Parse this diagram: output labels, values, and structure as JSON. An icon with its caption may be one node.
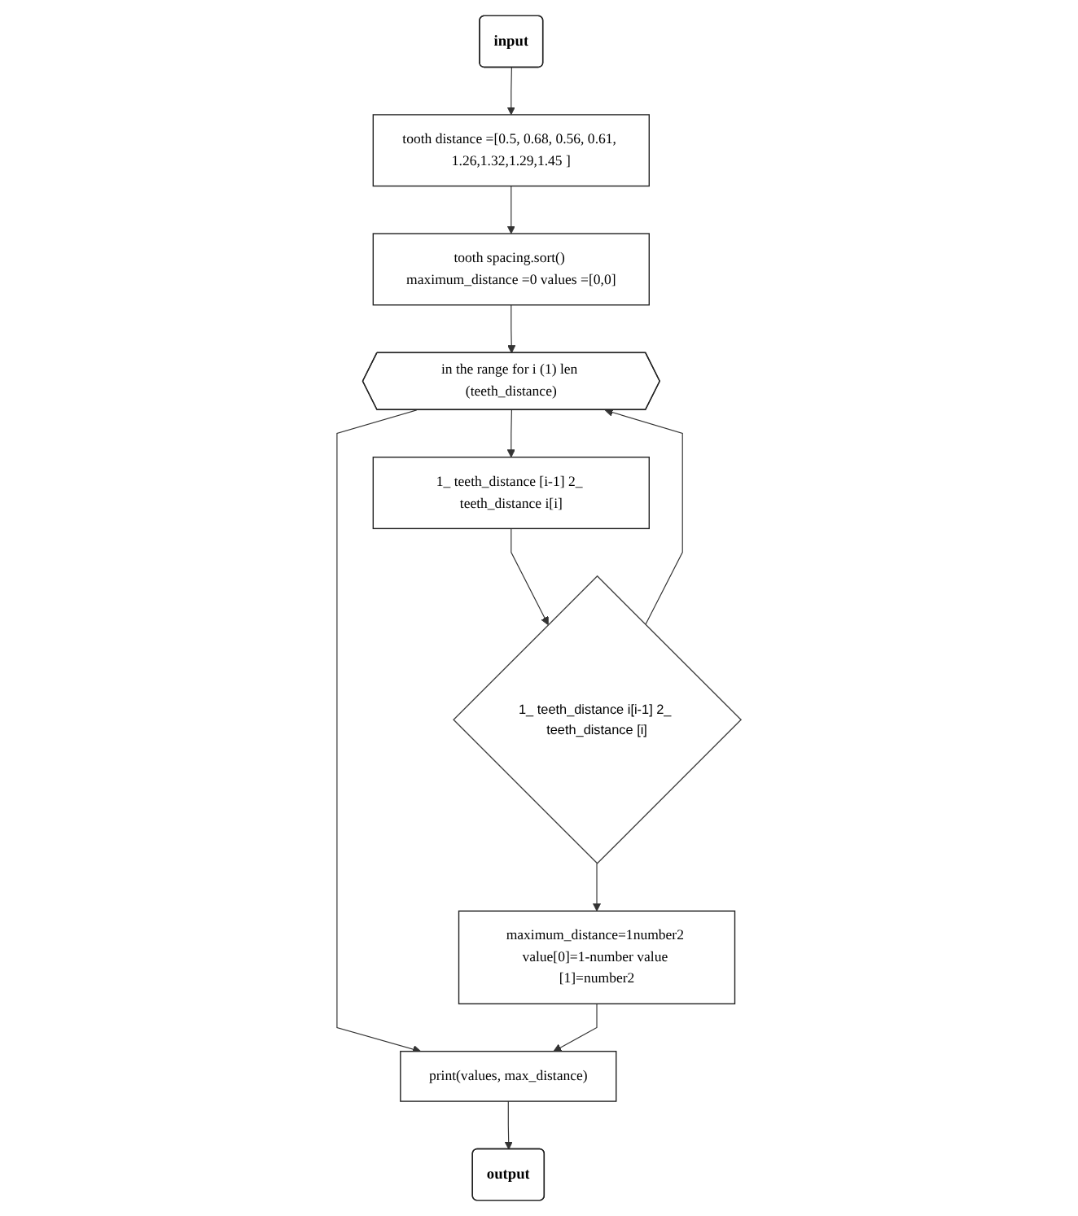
{
  "diagram": {
    "nodes": [
      {
        "text": [
          "input"
        ]
      },
      {
        "text": [
          "tooth distance =[0.5, 0.68, 0.56, 0.61, 1.26,1.32,1.29,1.45 ]"
        ]
      },
      {
        "text": [
          "tooth spacing.sort() maximum_distance =0 values =[0,0]"
        ]
      },
      {
        "text": [
          "in the range for i (1) len (teeth_distance)"
        ]
      },
      {
        "text": [
          "print(values, max_distance)"
        ]
      },
      {
        "text": [
          "output"
        ]
      },
      {
        "text": [
          "1_ teeth_distance [i-1] 2_ teeth_distance i[i]"
        ]
      },
      {
        "text": [
          "1_ teeth_distance i[i-1] 2_ teeth_distance [i]"
        ]
      },
      {
        "text": [
          "maximum_distance=1number2 value[0]=1-number value [1]=number2"
        ]
      }
    ],
    "edges": [
      {
        "from": 0,
        "to": 1,
        "arrow": "to"
      },
      {
        "from": 1,
        "to": 2,
        "arrow": "to"
      },
      {
        "from": 2,
        "to": 3,
        "arrow": "to"
      },
      {
        "from": 3,
        "to": 4,
        "arrow": "to"
      },
      {
        "from": 4,
        "to": 5,
        "arrow": "to"
      },
      {
        "from": 3,
        "to": 6,
        "arrow": "to"
      },
      {
        "from": 6,
        "to": 7,
        "arrow": "to"
      },
      {
        "from": 7,
        "to": 8,
        "arrow": "to"
      },
      {
        "from": 8,
        "to": 4,
        "arrow": "to"
      },
      {
        "from": 7,
        "to": 3,
        "arrow": "to"
      }
    ]
  }
}
